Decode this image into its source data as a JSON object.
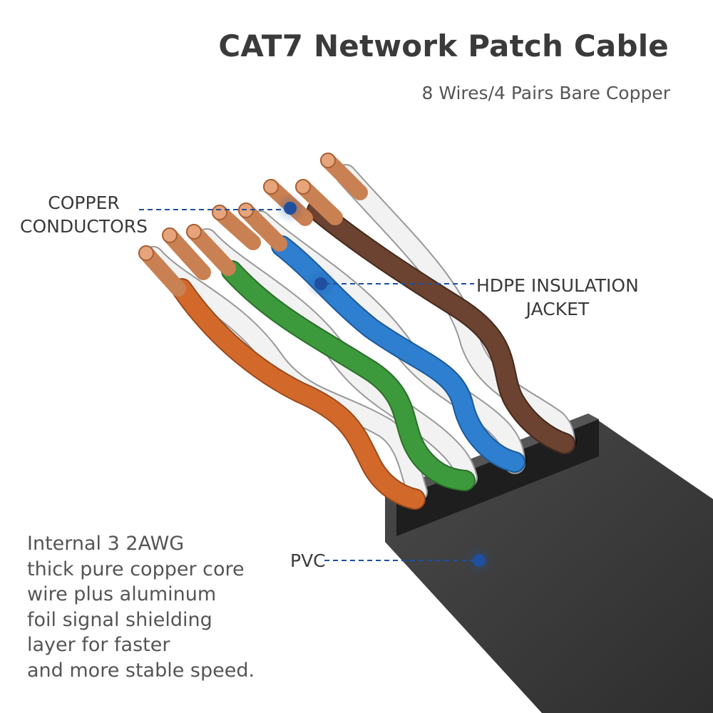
{
  "title": "CAT7 Network Patch Cable",
  "subtitle": "8 Wires/4 Pairs Bare Copper",
  "callouts": {
    "copper": [
      "COPPER",
      "CONDUCTORS"
    ],
    "hdpe": [
      "HDPE INSULATION",
      "JACKET"
    ],
    "pvc": "PVC"
  },
  "description": [
    "Internal 3 2AWG",
    "thick pure copper core",
    "wire plus aluminum",
    "foil signal shielding",
    "layer for faster",
    "and more stable speed."
  ],
  "colors": {
    "accent": "#1f4f9e",
    "jacket": "#3b3b3b",
    "orange": "#d2692a",
    "green": "#3d9a3c",
    "blue": "#2e7fd0",
    "brown": "#6b4330",
    "white": "#f0f0f0",
    "copper": "#c98052"
  }
}
